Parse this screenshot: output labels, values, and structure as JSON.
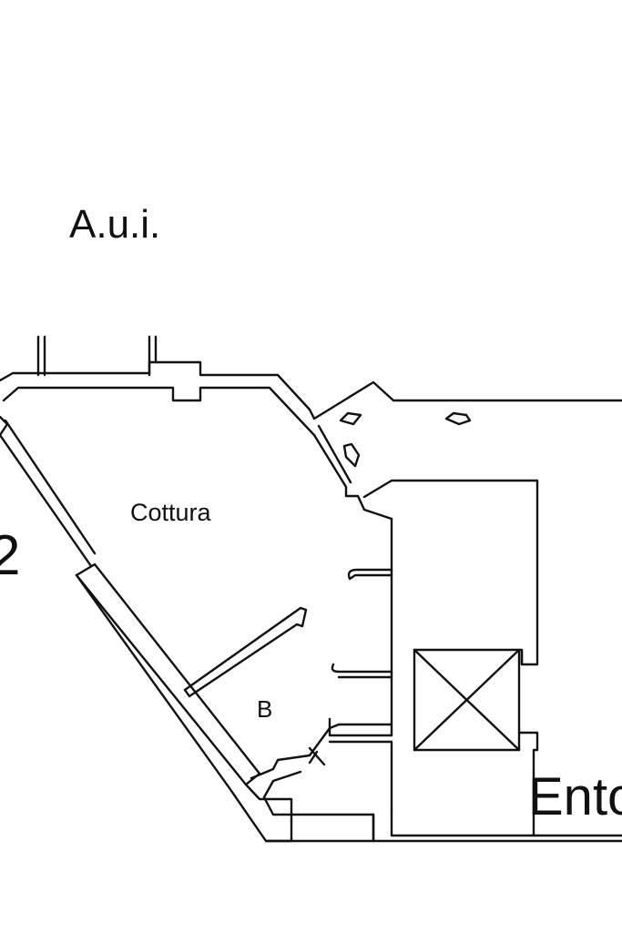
{
  "labels": {
    "area_title": "A.u.i.",
    "room_kitchen": "Cottura",
    "room_bath": "B",
    "cropped_right": "Ento",
    "cropped_left": "2"
  },
  "colors": {
    "ink": "#111111",
    "background": "#ffffff"
  }
}
